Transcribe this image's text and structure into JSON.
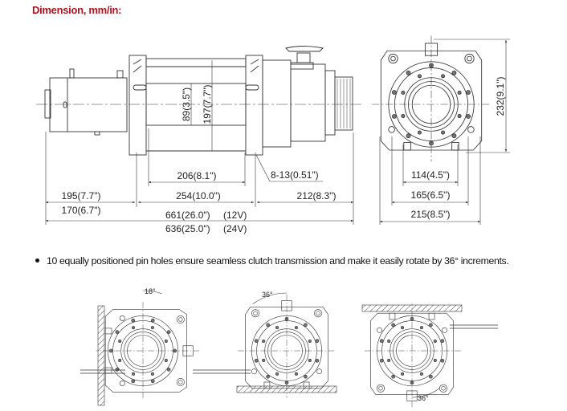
{
  "title": "Dimension, mm/in:",
  "side_view": {
    "drum_inner_diameter": "89(3.5\")",
    "flange_diameter": "197(7.7\")",
    "drum_length": "206(8.1\")",
    "mount_holes": "8-13(0.51\")",
    "motor_length_a": "195(7.7\")",
    "motor_length_b": "170(6.7\")",
    "flange_span": "254(10.0\")",
    "gearbox_length": "212(8.3\")",
    "total_12v": "661(26.0\")",
    "label_12v": "(12V)",
    "total_24v": "636(25.0\")",
    "label_24v": "(24V)"
  },
  "front_view": {
    "height": "232(9.1\")",
    "bolt_span_inner": "114(4.5\")",
    "bolt_span_outer": "165(6.5\")",
    "width": "215(8.5\")"
  },
  "note": "10 equally positioned pin holes ensure seamless clutch transmission and make it easily rotate by 36° increments.",
  "rotation_views": [
    {
      "angle": "18°"
    },
    {
      "angle": "36°"
    },
    {
      "angle": "36°"
    }
  ],
  "colors": {
    "title": "#b0141a",
    "line": "#333333"
  }
}
